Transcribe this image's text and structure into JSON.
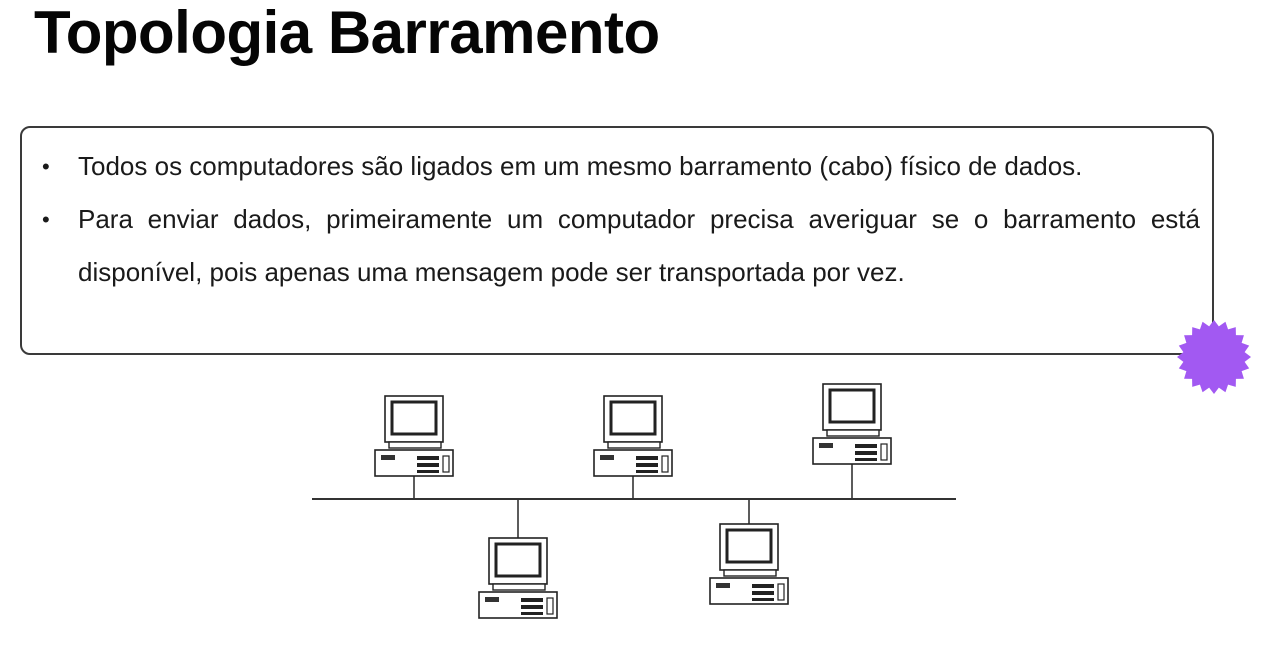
{
  "slide": {
    "title": "Topologia Barramento",
    "bullets": [
      "Todos os computadores são ligados em um mesmo barramento (cabo) físico de dados.",
      "Para enviar dados, primeiramente um computador precisa averiguar se o barramento está disponível, pois apenas uma mensagem pode ser transportada por vez."
    ],
    "bullet_symbol": "•",
    "badge_color": "#a259f2"
  },
  "diagram": {
    "computer_icon": "desktop-computer-icon",
    "upper_computers": 3,
    "lower_computers": 2
  }
}
